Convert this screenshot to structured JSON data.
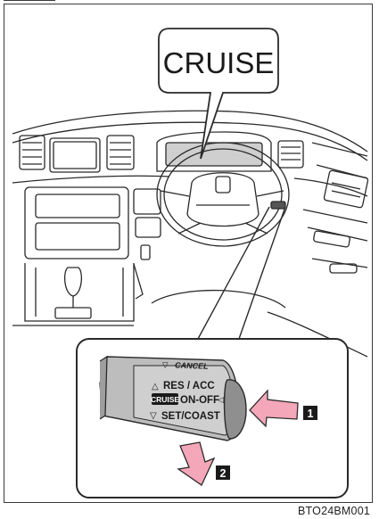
{
  "callout": {
    "title": "CRUISE"
  },
  "lever": {
    "cancel": "CANCEL",
    "res_acc": "RES / ACC",
    "res_acc_arrow": "△",
    "badge": "CRUISE",
    "on_off": "ON-OFF",
    "on_off_arrow": "◁",
    "set_coast": "SET/COAST",
    "set_coast_arrow": "▽",
    "cancel_arrow": "▽"
  },
  "steps": [
    "1",
    "2"
  ],
  "figure_code": "BTO24BM001",
  "colors": {
    "arrow_fill": "#f4a7b9",
    "lever_gray": "#b9b9b9",
    "line": "#2a2a2a"
  }
}
